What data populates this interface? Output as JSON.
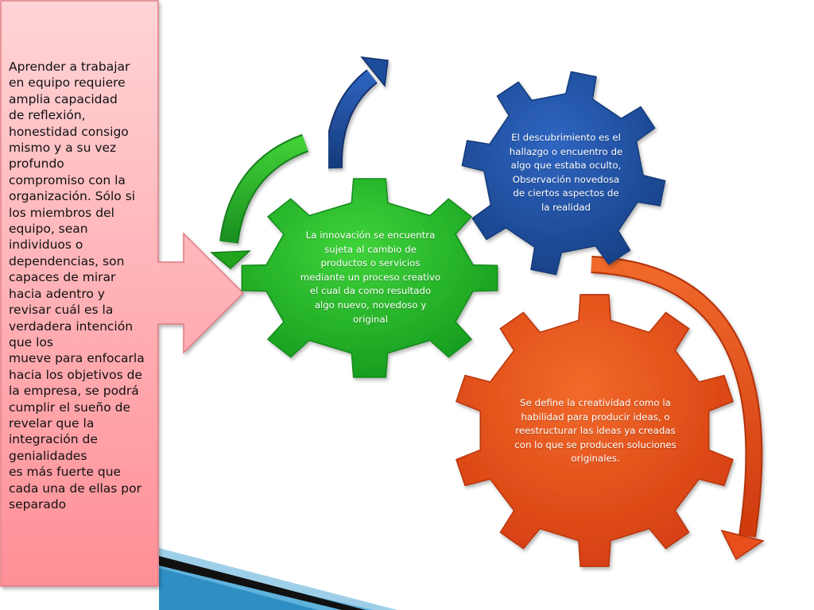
{
  "intro_text": "Aprender a trabajar\nen equipo requiere\namplia capacidad\nde reflexión,\nhonestidad consigo\nmismo y a su vez\nprofundo\ncompromiso con la\norganización. Sólo si\nlos miembros del\nequipo, sean\nindividuos o\ndependencias, son\ncapaces de mirar\nhacia adentro y\nrevisar cuál es la\nverdadera intención\nque los\nmueve para enfocarla\nhacia los objetivos de\nla empresa, se podrá\ncumplir el sueño de\nrevelar que la\nintegración de\ngenialidades\nes más fuerte que\ncada una de ellas por\nseparado",
  "gears": {
    "innovation": {
      "text": "La innovación se encuentra\nsujeta al cambio  de\nproductos o servicios\nmediante un proceso creativo\nel cual  da como resultado\nalgo nuevo, novedoso y\noriginal",
      "color": "#22b02a"
    },
    "discovery": {
      "text": "El descubrimiento es el\nhallazgo o encuentro de\nalgo que estaba oculto,\nObservación novedosa\nde ciertos aspectos de\nla realidad",
      "color": "#1f4e9c"
    },
    "creativity": {
      "text": "Se define la creatividad como la\nhabilidad para producir ideas,  o\nreestructurar las ideas ya creadas\ncon lo que se producen soluciones\noriginales.",
      "color": "#e8501a"
    }
  },
  "colors": {
    "callout": "#ffb3b8",
    "arrow_green": "#2fb52c",
    "arrow_blue": "#1f4e9c",
    "arrow_orange": "#e8501a"
  }
}
